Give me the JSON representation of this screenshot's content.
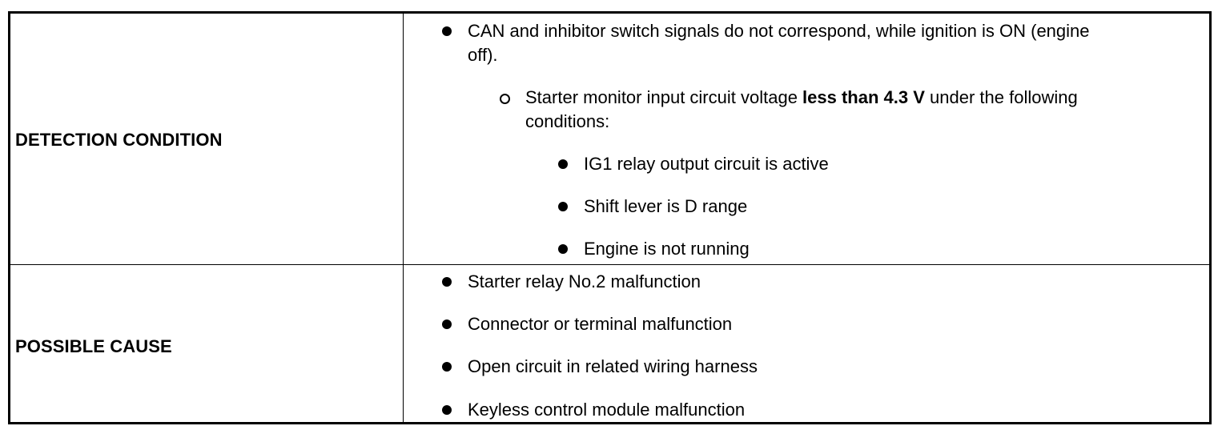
{
  "rows": [
    {
      "label": "DETECTION CONDITION",
      "primary": {
        "line1": "CAN and inhibitor switch signals do not correspond, while ignition is ON (engine",
        "line2": "off)."
      },
      "sub": {
        "pre": "Starter monitor input circuit voltage ",
        "bold": "less than 4.3 V",
        "post": " under the following",
        "line2": "conditions:"
      },
      "sub_items": [
        "IG1 relay output circuit is active",
        "Shift lever is D range",
        "Engine is not running"
      ]
    },
    {
      "label": "POSSIBLE CAUSE",
      "items": [
        "Starter relay No.2 malfunction",
        "Connector or terminal malfunction",
        "Open circuit in related wiring harness",
        "Keyless control module malfunction"
      ]
    }
  ]
}
